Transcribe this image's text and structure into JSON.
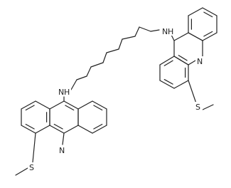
{
  "molecule": {
    "atoms": {
      "nh_right": "N",
      "nh_right_h": "H",
      "n_ring_right": "N",
      "s_right": "S",
      "nh_left": "N",
      "nh_left_h": "H",
      "n_ring_left": "N",
      "s_left": "S"
    }
  }
}
